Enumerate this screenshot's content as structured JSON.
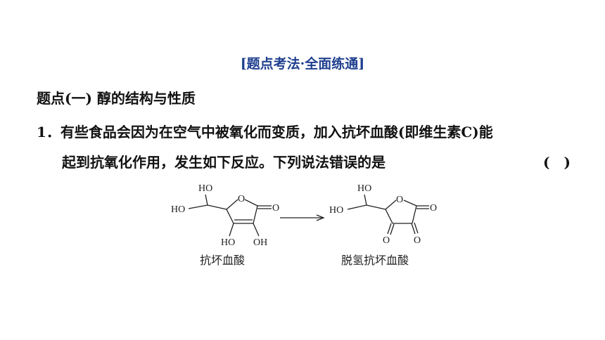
{
  "section_header": "[题点考法·全面练通]",
  "topic_title": "题点(一) 醇的结构与性质",
  "question": {
    "number": "1．",
    "line1": "有些食品会因为在空气中被氧化而变质，加入抗坏血酸(即维生素C)能",
    "line2": "起到抗氧化作用，发生如下反应。下列说法错误的是",
    "answer_paren": "(　)"
  },
  "reaction": {
    "reactant": {
      "name": "抗坏血酸",
      "labels": {
        "top_ho": "HO",
        "left_ho": "HO",
        "ring_o": "O",
        "carbonyl_o": "O",
        "bottom_left": "HO",
        "bottom_right": "OH"
      }
    },
    "product": {
      "name": "脱氢抗坏血酸",
      "labels": {
        "top_ho": "HO",
        "left_ho": "HO",
        "ring_o": "O",
        "carbonyl_o1": "O",
        "carbonyl_o2": "O",
        "carbonyl_o3": "O"
      }
    }
  }
}
